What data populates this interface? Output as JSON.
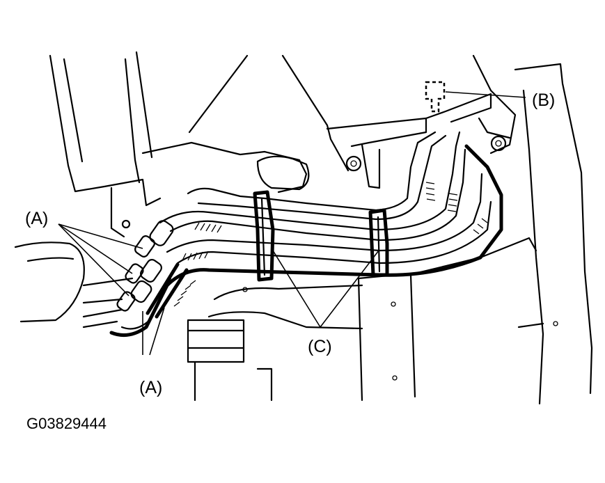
{
  "callouts": {
    "a_upper": "(A)",
    "a_lower": "(A)",
    "b": "(B)",
    "c": "(C)"
  },
  "figure_id": "G03829444",
  "colors": {
    "ink": "#000000",
    "paper": "#ffffff"
  }
}
